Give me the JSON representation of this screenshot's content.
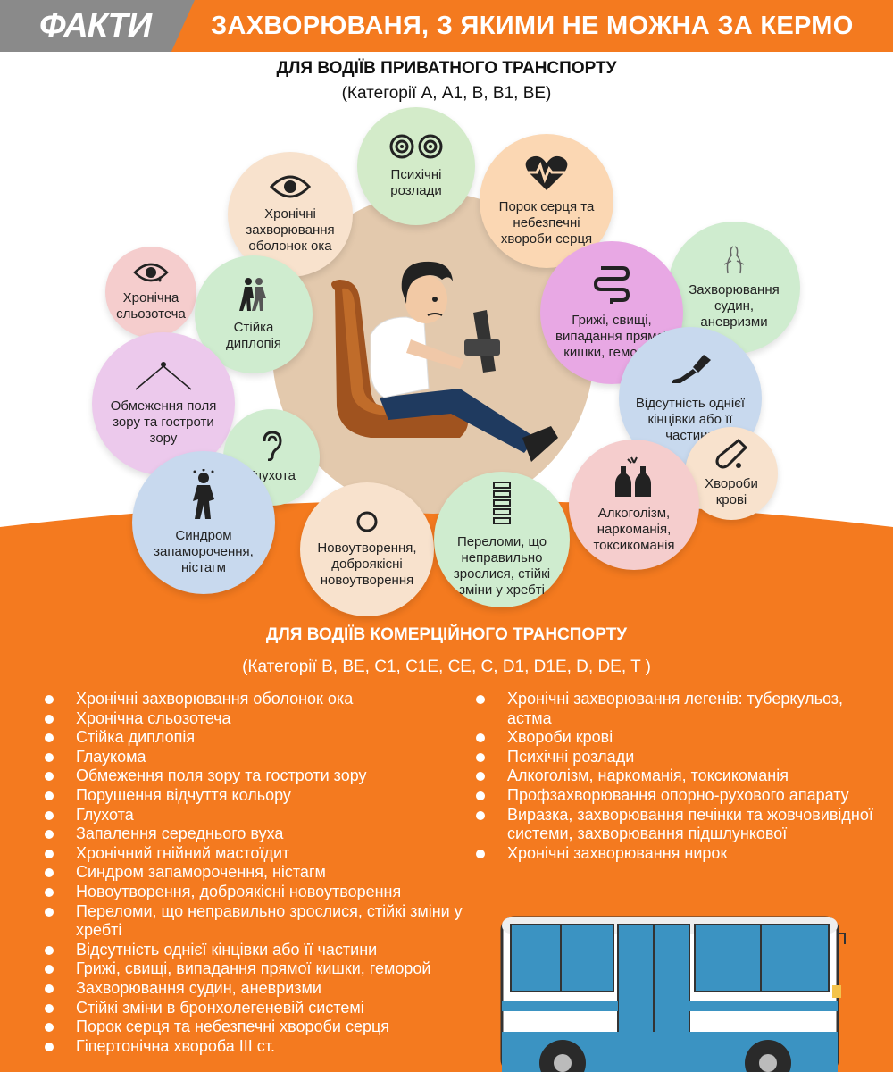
{
  "header": {
    "logo": "ФАКТИ",
    "title": "ЗАХВОРЮВАНЯ, З ЯКИМИ НЕ МОЖНА ЗА КЕРМО"
  },
  "private": {
    "title": "ДЛЯ ВОДІЇВ ПРИВАТНОГО ТРАНСПОРТУ",
    "categories": "(Категорії А, А1, В, В1, ВЕ)",
    "circles": [
      {
        "label": "Психічні розлади",
        "icon": "eyes-icon"
      },
      {
        "label": "Порок серця та небезпечні хвороби серця",
        "icon": "heart-pulse-icon"
      },
      {
        "label": "Хронічні захворювання оболонок ока",
        "icon": "eye-icon"
      },
      {
        "label": "Захворювання судин, аневризми",
        "icon": "vessels-icon"
      },
      {
        "label": "Хронічна сльозотеча",
        "icon": "tear-eye-icon"
      },
      {
        "label": "Стійка диплопія",
        "icon": "double-figure-icon"
      },
      {
        "label": "Грижі, свищі, випадання прямої кишки, геморой",
        "icon": "intestine-icon"
      },
      {
        "label": "Обмеження поля зору та гостроти зору",
        "icon": "field-of-view-icon"
      },
      {
        "label": "Відсутність однієї кінцівки або її частини",
        "icon": "prosthetic-leg-icon"
      },
      {
        "label": "Глухота",
        "icon": "ear-icon"
      },
      {
        "label": "Хвороби крові",
        "icon": "test-tube-icon"
      },
      {
        "label": "Алкоголізм, наркоманія, токсикоманія",
        "icon": "bottles-icon"
      },
      {
        "label": "Синдром запаморочення, ністагм",
        "icon": "dizzy-person-icon"
      },
      {
        "label": "Новоутворення, доброякісні новоутворення",
        "icon": "circle-icon"
      },
      {
        "label": "Переломи, що неправильно зрослися, стійкі зміни у хребті",
        "icon": "spine-icon"
      }
    ]
  },
  "commercial": {
    "title": "ДЛЯ ВОДІЇВ КОМЕРЦІЙНОГО ТРАНСПОРТУ",
    "categories": "(Категорії В, ВЕ, С1, С1Е, СЕ, С, D1, D1E, D, DE, T )",
    "left_list": [
      "Хронічні захворювання оболонок ока",
      "Хронічна сльозотеча",
      "Стійка диплопія",
      "Глаукома",
      "Обмеження поля зору та гостроти зору",
      "Порушення відчуття кольору",
      "Глухота",
      "Запалення середнього вуха",
      "Хронічний гнійний мастоїдит",
      "Синдром запаморочення, ністагм",
      "Новоутворення, доброякісні новоутворення",
      "Переломи, що неправильно зрослися, стійкі зміни у хребті",
      "Відсутність однієї кінцівки або її частини",
      "Грижі, свищі, випадання прямої кишки, геморой",
      "Захворювання судин, аневризми",
      "Стійкі зміни в бронхолегеневій системі",
      "Порок серця та небезпечні хвороби серця",
      "Гіпертонічна хвороба ІІІ ст."
    ],
    "right_list": [
      "Хронічні захворювання легенів: туберкульоз, астма",
      "Хвороби крові",
      "Психічні розлади",
      "Алкоголізм, наркоманія, токсикоманія",
      "Профзахворювання опорно-рухового апарату",
      "Виразка, захворювання печінки та жовчовивідної системи, захворювання підшлункової",
      "Хронічні захворювання нирок"
    ]
  },
  "colors": {
    "orange": "#f47a1f",
    "logo_gray": "#8a8a8a",
    "bus_blue": "#3b93c2"
  }
}
